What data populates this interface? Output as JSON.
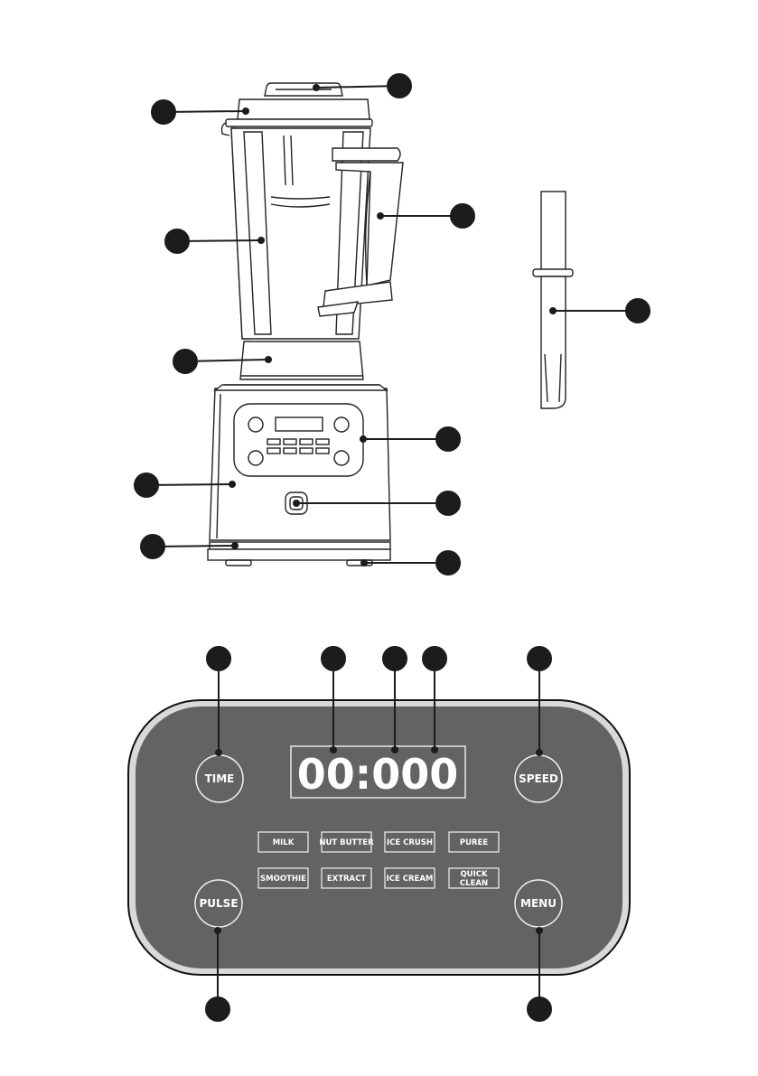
{
  "control_panel": {
    "display": {
      "readout": "00:000"
    },
    "round_buttons": {
      "time": "TIME",
      "speed": "SPEED",
      "pulse": "PULSE",
      "menu": "MENU"
    },
    "programs": {
      "milk": "MILK",
      "nut_butter": "NUT BUTTER",
      "ice_crush": "ICE CRUSH",
      "puree": "PUREE",
      "smoothie": "SMOOTHIE",
      "extract": "EXTRACT",
      "ice_cream": "ICE CREAM",
      "quick_clean_line1": "QUICK",
      "quick_clean_line2": "CLEAN"
    }
  },
  "colors": {
    "line": "#222222",
    "callout": "#1c1c1c",
    "panel_face": "#636363",
    "panel_rim": "#d9d9d9"
  }
}
